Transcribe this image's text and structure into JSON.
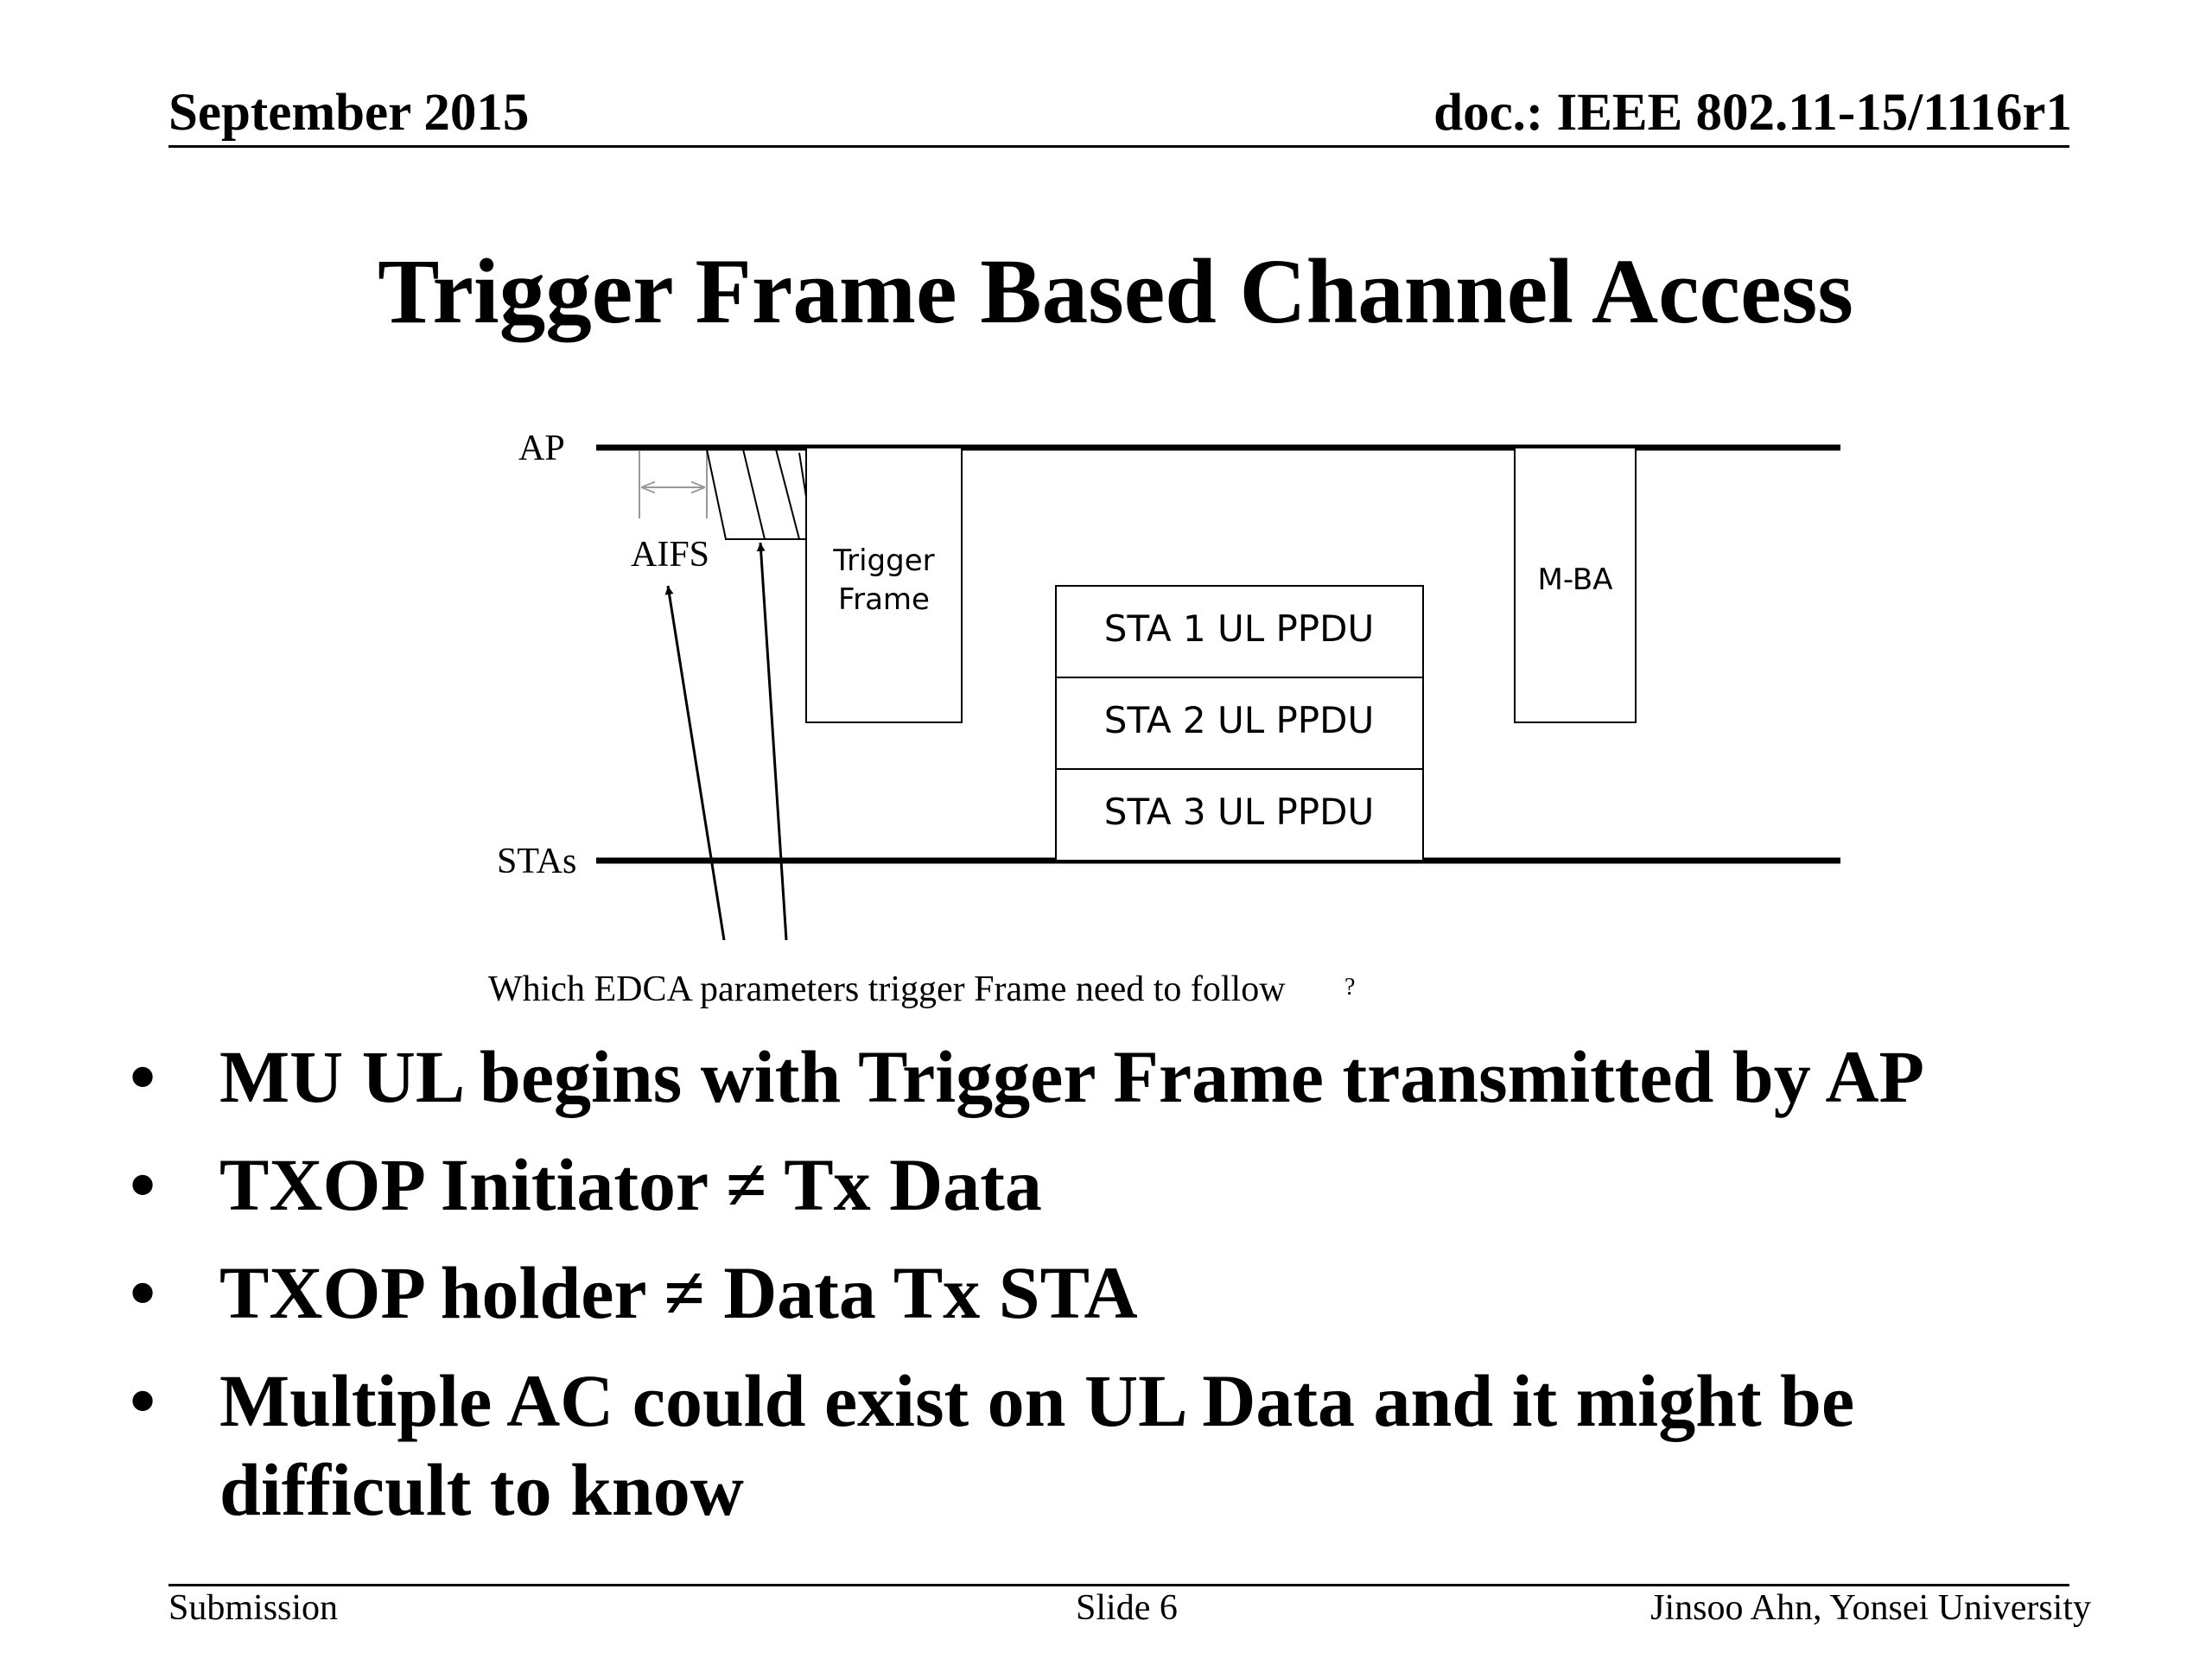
{
  "header": {
    "date": "September 2015",
    "doc": "doc.: IEEE 802.11-15/1116r1"
  },
  "title": "Trigger Frame Based Channel Access",
  "diagram": {
    "ap_label": "AP",
    "stas_label": "STAs",
    "aifs_label": "AIFS",
    "trigger_frame_label": [
      "Trigger",
      "Frame"
    ],
    "mba_label": "M-BA",
    "ul_ppdus": [
      "STA 1 UL PPDU",
      "STA 2 UL PPDU",
      "STA 3 UL PPDU"
    ],
    "caption": "Which EDCA parameters trigger Frame need to follow",
    "caption_tail": "?"
  },
  "bullets": [
    "MU UL begins with Trigger Frame transmitted by AP",
    "TXOP Initiator ≠ Tx Data",
    "TXOP holder ≠ Data Tx STA",
    "Multiple AC could exist on UL Data and it might be difficult to know"
  ],
  "bullet_symbol": "•",
  "footer": {
    "left": "Submission",
    "center": "Slide 6",
    "right": "Jinsoo Ahn, Yonsei University"
  }
}
